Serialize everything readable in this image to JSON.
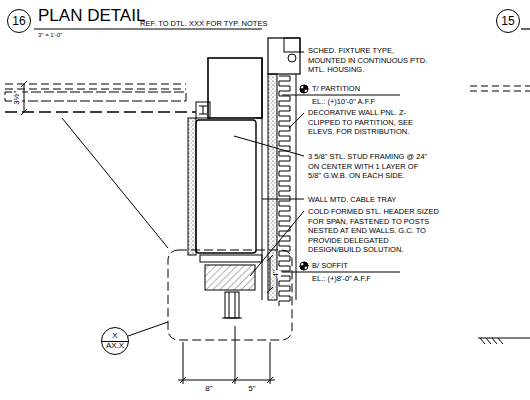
{
  "diagram": {
    "title": "PLAN DETAIL",
    "nodes": [
      {
        "text": [
          "16"
        ]
      },
      {
        "text": [
          "15"
        ]
      },
      {
        "text": [
          "X",
          "AX.X"
        ]
      }
    ],
    "labels": [
      "3\" = 1'-0\"",
      "REF. TO DTL.  XXX FOR TYP. NOTES",
      "SCHED. FIXTURE TYPE, MOUNTED IN CONTINUOUS PTD. MTL. HOUSING.",
      "T/ PARTITION",
      "EL.: (+)10'-0\" A.F.F",
      "DECORATIVE WALL PNL. Z-CLIPPED TO PARTITION, SEE ELEVS. FOR DISTRIBUTION.",
      "3 5/8\" STL. STUD FRAMING @ 24\" ON CENTER WITH 1 LAYER OF 5/8\" G.W.B. ON EACH SIDE.",
      "WALL MTD. CABLE TRAY",
      "COLD FORMED STL. HEADER SIZED FOR SPAN, FASTENED TO POSTS NESTED AT END WALLS. G.C. TO PROVIDE DELEGATED DESIGN/BUILD SOLUTION.",
      "B/ SOFFIT",
      "EL.: (+)8'-0\" A.F.F",
      "3½\"",
      "4\"",
      "8\"",
      "5\""
    ]
  }
}
